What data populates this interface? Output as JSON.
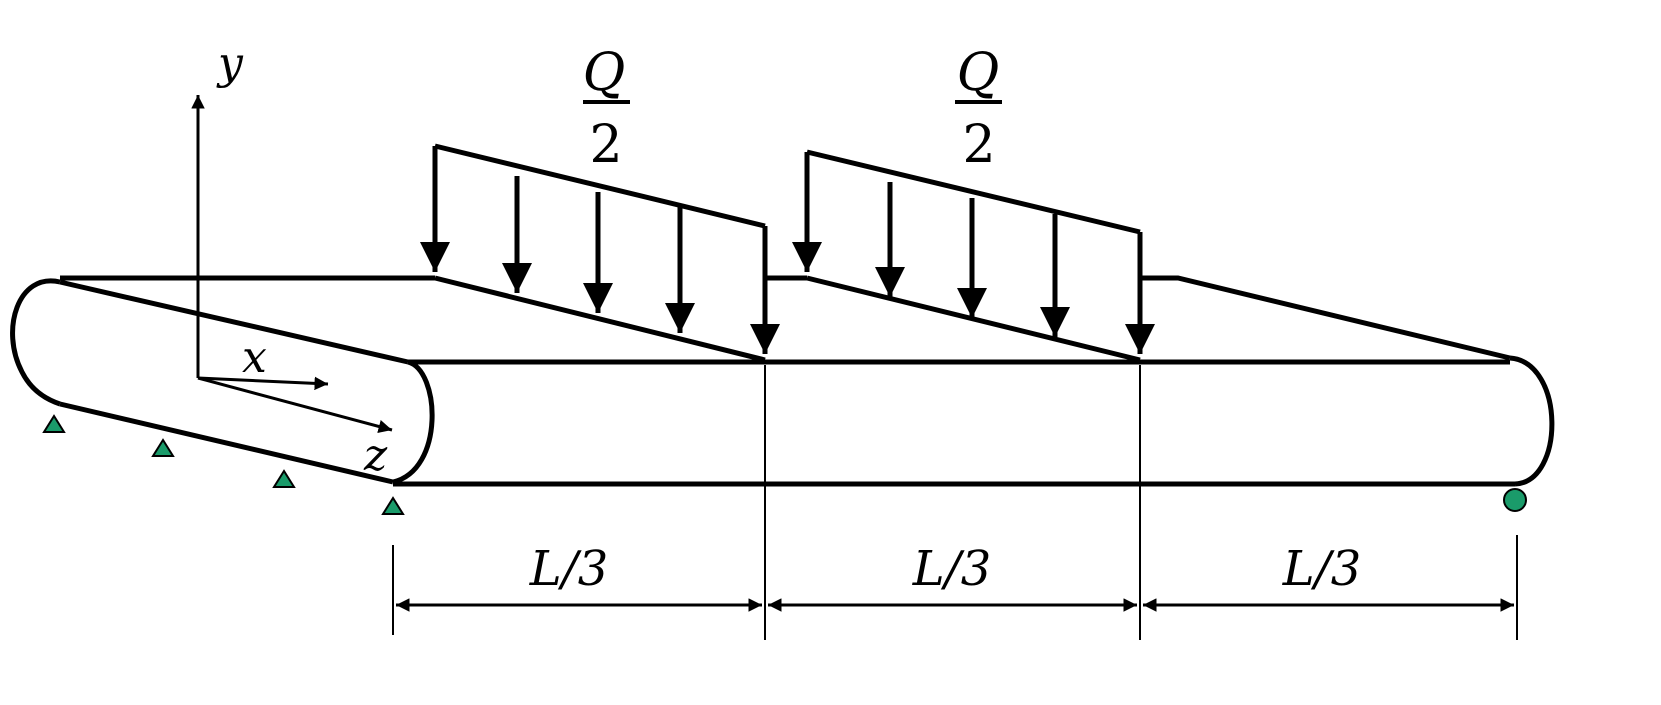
{
  "axes": {
    "y_label": "y",
    "x_label": "x",
    "z_label": "z"
  },
  "loads": [
    {
      "numerator": "Q",
      "denominator": "2"
    },
    {
      "numerator": "Q",
      "denominator": "2"
    }
  ],
  "dimensions": [
    "L/3",
    "L/3",
    "L/3"
  ],
  "colors": {
    "support": "#1a9b6a",
    "line": "#000000"
  }
}
